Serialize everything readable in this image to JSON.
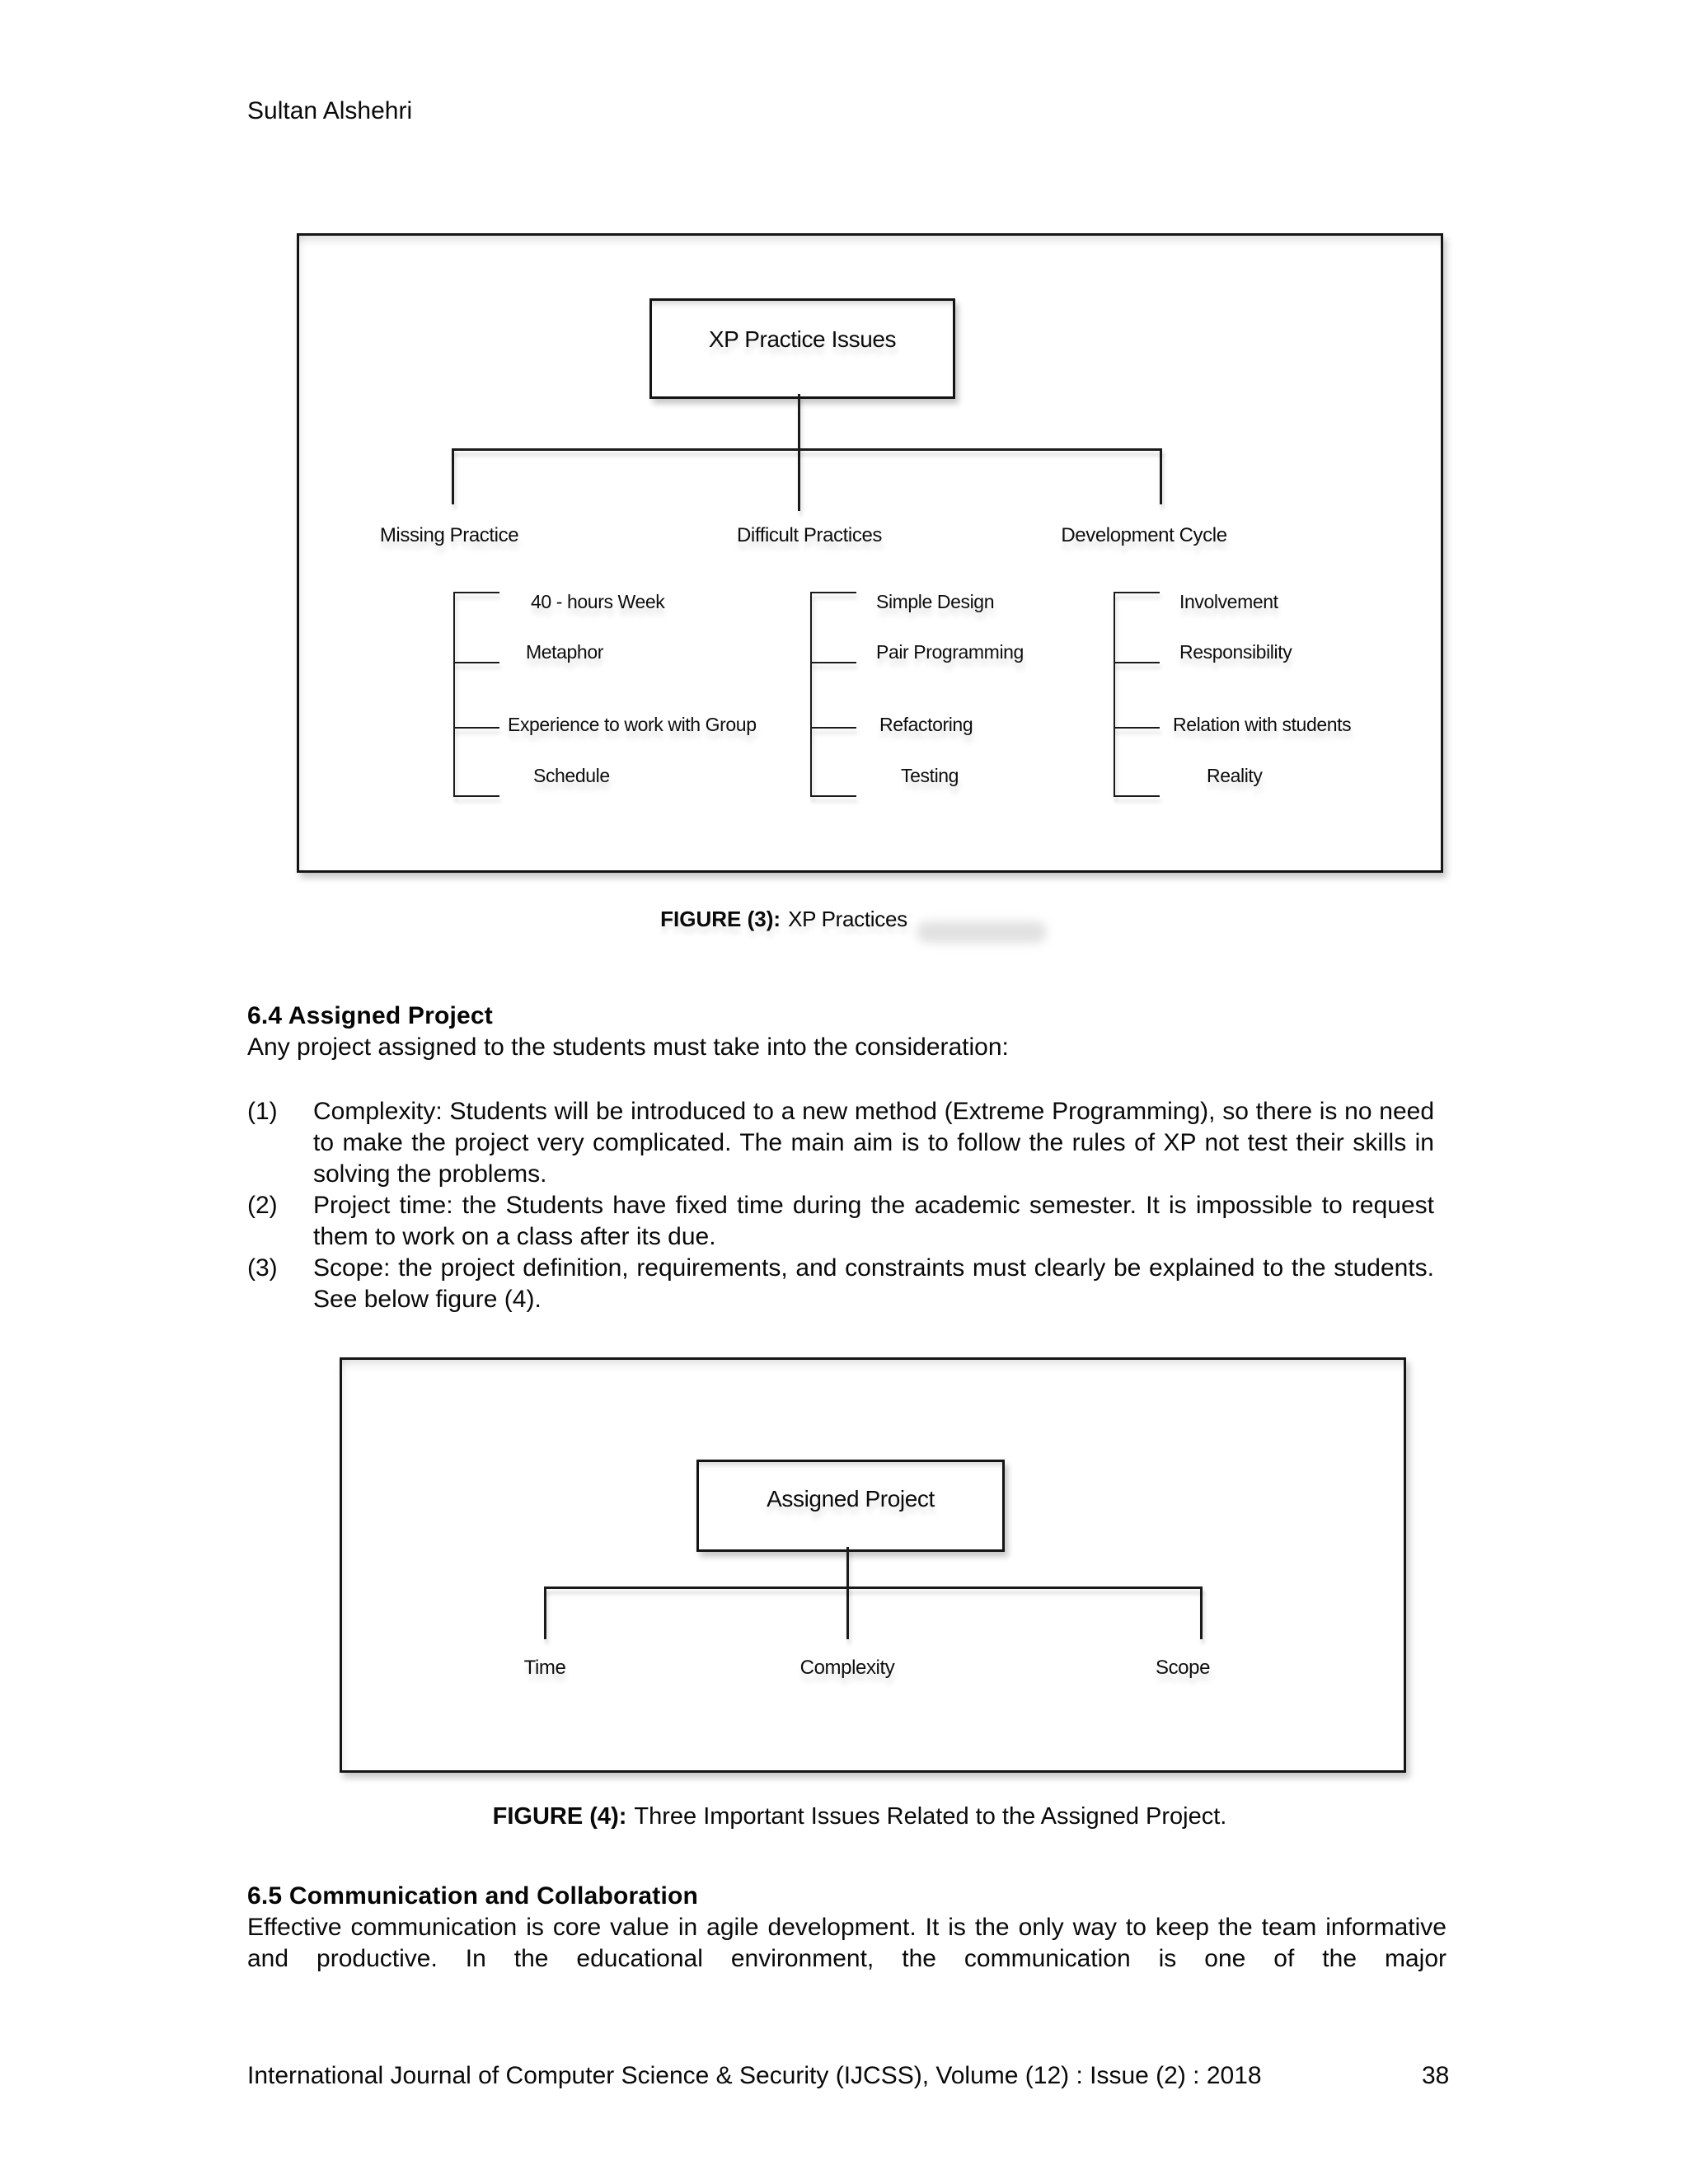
{
  "colors": {
    "ink": "#131313",
    "paper": "#ffffff"
  },
  "header": {
    "author": "Sultan Alshehri"
  },
  "figure3": {
    "root": "XP Practice Issues",
    "branches": [
      {
        "label": "Missing Practice",
        "items": [
          "40 - hours Week",
          "Metaphor",
          "Experience to work with Group",
          "Schedule"
        ]
      },
      {
        "label": "Difficult Practices",
        "items": [
          "Simple Design",
          "Pair Programming",
          "Refactoring",
          "Testing"
        ]
      },
      {
        "label": "Development Cycle",
        "items": [
          "Involvement",
          "Responsibility",
          "Relation with students",
          "Reality"
        ]
      }
    ],
    "caption_bold": "FIGURE (3):",
    "caption_rest": "XP Practices"
  },
  "section_6_4": {
    "heading": "6.4 Assigned Project",
    "intro": "Any project assigned to the students must take into the consideration:",
    "list": [
      {
        "marker": "(1)",
        "text": "Complexity: Students will be introduced to a new method (Extreme Programming), so there is no need to make the project very complicated. The main aim is to follow the rules of XP not test their skills in solving the problems."
      },
      {
        "marker": "(2)",
        "text": "Project time: the Students have fixed time during the academic semester. It is impossible to request them to work on a class after its due."
      },
      {
        "marker": "(3)",
        "text": "Scope: the project definition, requirements, and constraints must clearly be explained to the students. See below figure (4)."
      }
    ]
  },
  "figure4": {
    "root": "Assigned Project",
    "branches": [
      "Time",
      "Complexity",
      "Scope"
    ],
    "caption_bold": "FIGURE (4):",
    "caption_rest": "Three Important Issues Related to the Assigned Project."
  },
  "section_6_5": {
    "heading": "6.5 Communication and Collaboration",
    "body": "Effective communication is core value in agile development. It is the only way to keep the team informative and productive. In the educational environment, the communication is one of the major"
  },
  "footer": {
    "journal": "International Journal of Computer Science & Security (IJCSS), Volume (12) : Issue (2) : 2018",
    "page_number": "38"
  }
}
